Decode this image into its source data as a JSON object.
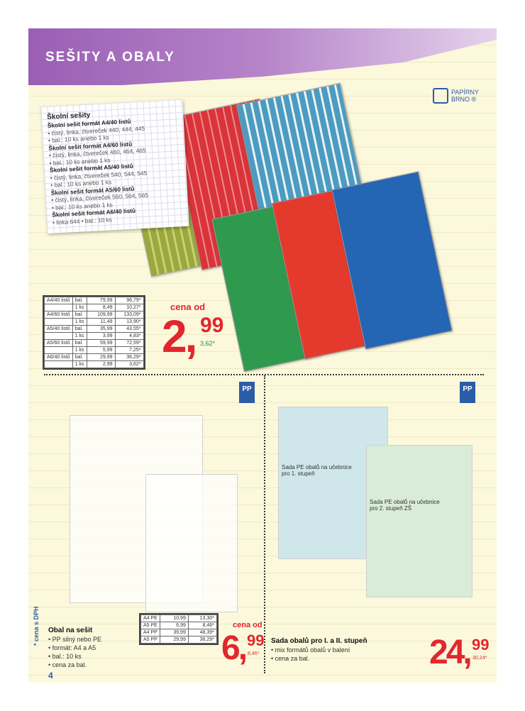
{
  "header": {
    "title": "SEŠITY A OBALY"
  },
  "brand": {
    "name_line1": "PAPÍRNY",
    "name_line2": "BRNO ®"
  },
  "notebooks": {
    "heading": "Školní sešity",
    "items": [
      {
        "title": "Školní sešit formát A4/40 listů",
        "lines": [
          "• čistý, linka, čtvereček 440, 444, 445",
          "• bal.: 10 ks anebo 1 ks"
        ]
      },
      {
        "title": "Školní sešit formát A4/60 listů",
        "lines": [
          "• čistý, linka, čtvereček 460, 464, 465",
          "• bal.: 10 ks anebo 1 ks"
        ]
      },
      {
        "title": "Školní sešit formát A5/40 listů",
        "lines": [
          "• čistý, linka, čtvereček 540, 544, 545",
          "• bal.: 10 ks anebo 1 ks"
        ]
      },
      {
        "title": "Školní sešit formát A5/60 listů",
        "lines": [
          "• čistý, linka, čtvereček 560, 564, 565",
          "• bal.: 10 ks anebo 1 ks"
        ]
      },
      {
        "title": "Školní sešit formát A6/40 listů",
        "lines": [
          "• linka 644 • bal.: 10 ks"
        ]
      }
    ],
    "table": [
      [
        "A4/40 listů",
        "bal.",
        "79,99",
        "96,79*"
      ],
      [
        "",
        "1 ks",
        "8,49",
        "10,27*"
      ],
      [
        "A4/60 listů",
        "bal.",
        "109,99",
        "133,09*"
      ],
      [
        "",
        "1 ks",
        "11,49",
        "13,90*"
      ],
      [
        "A5/40 listů",
        "bal.",
        "35,99",
        "43,55*"
      ],
      [
        "",
        "1 ks",
        "3,99",
        "4,83*"
      ],
      [
        "A5/60 listů",
        "bal.",
        "59,99",
        "72,59*"
      ],
      [
        "",
        "1 ks",
        "5,99",
        "7,25*"
      ],
      [
        "A6/40 listů",
        "bal.",
        "29,99",
        "36,29*"
      ],
      [
        "",
        "1 ks",
        "2,99",
        "3,62*"
      ]
    ],
    "price_label": "cena od",
    "price_int": "2,",
    "price_dec": "99",
    "price_vat": "3,62*"
  },
  "covers": {
    "title": "Obal na sešit",
    "lines": [
      "• PP silný nebo PE",
      "• formát: A4 a A5",
      "• bal.: 10 ks",
      "• cena za bal."
    ],
    "table": [
      [
        "A4 PE",
        "10,99",
        "13,30*"
      ],
      [
        "A5 PE",
        "6,99",
        "8,46*"
      ],
      [
        "A4 PP",
        "39,99",
        "48,39*"
      ],
      [
        "A5 PP",
        "29,99",
        "36,29*"
      ]
    ],
    "price_label": "cena od",
    "price_int": "6,",
    "price_dec": "99",
    "price_vat": "8,46*"
  },
  "cover_set": {
    "title": "Sada obalů pro I. a II. stupeň",
    "lines": [
      "• mix formátů obalů v balení",
      "• cena za bal."
    ],
    "pack1": "Sada PE obalů na učebnice pro 1. stupeň",
    "pack2": "Sada PE obalů na učebnice pro 2. stupeň ZŠ",
    "price_int": "24,",
    "price_dec": "99",
    "price_vat": "30,24*"
  },
  "footer": {
    "vat_note": "* cena s DPH",
    "page_number": "4"
  },
  "colors": {
    "accent": "#e3262d",
    "brand": "#2b5ca8",
    "header": "#9a5fb4"
  }
}
